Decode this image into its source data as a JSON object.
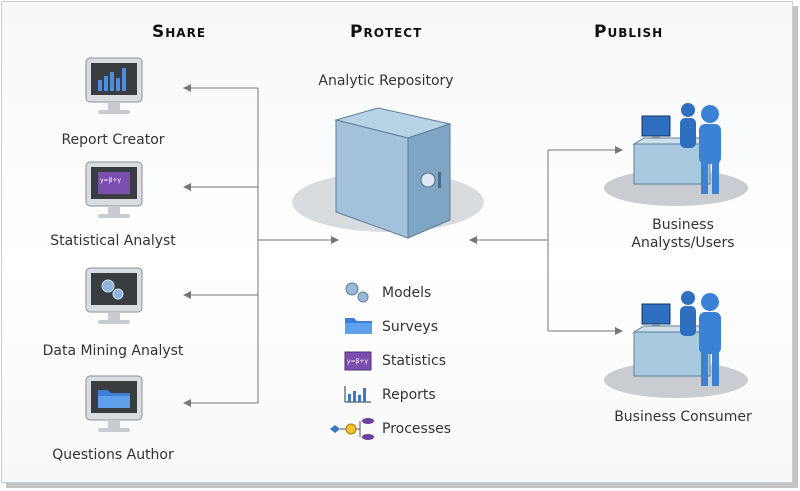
{
  "headers": {
    "share": "Share",
    "protect": "Protect",
    "publish": "Publish"
  },
  "repository": {
    "title": "Analytic Repository"
  },
  "share_roles": [
    {
      "label": "Report Creator",
      "icon": "bar-chart-monitor-icon"
    },
    {
      "label": "Statistical Analyst",
      "icon": "formula-monitor-icon"
    },
    {
      "label": "Data Mining Analyst",
      "icon": "gears-monitor-icon"
    },
    {
      "label": "Questions Author",
      "icon": "folder-monitor-icon"
    }
  ],
  "repository_items": [
    {
      "label": "Models",
      "icon": "gears-icon"
    },
    {
      "label": "Surveys",
      "icon": "folder-icon"
    },
    {
      "label": "Statistics",
      "icon": "formula-icon"
    },
    {
      "label": "Reports",
      "icon": "bar-chart-icon"
    },
    {
      "label": "Processes",
      "icon": "process-flow-icon"
    }
  ],
  "publish_roles": [
    {
      "label_line1": "Business",
      "label_line2": "Analysts/Users",
      "icon": "users-workstation-icon"
    },
    {
      "label_line1": "Business Consumer",
      "label_line2": "",
      "icon": "users-workstation-icon"
    }
  ],
  "colors": {
    "accent_blue": "#3a78c6",
    "arrow": "#777777",
    "safe": "#7fa5c4",
    "people": "#2f6fc0"
  }
}
